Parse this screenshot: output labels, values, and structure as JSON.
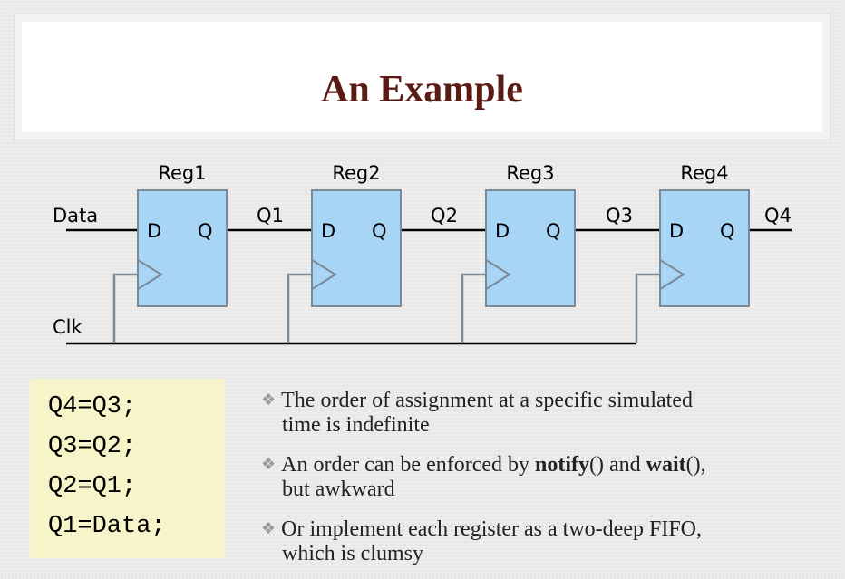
{
  "slide": {
    "title": "An Example"
  },
  "diagram": {
    "registers": [
      {
        "label": "Reg1",
        "d": "D",
        "q": "Q"
      },
      {
        "label": "Reg2",
        "d": "D",
        "q": "Q"
      },
      {
        "label": "Reg3",
        "d": "D",
        "q": "Q"
      },
      {
        "label": "Reg4",
        "d": "D",
        "q": "Q"
      }
    ],
    "signals": {
      "data": "Data",
      "q1": "Q1",
      "q2": "Q2",
      "q3": "Q3",
      "q4": "Q4",
      "clk": "Clk"
    },
    "colors": {
      "register_fill": "#a8d4f6",
      "register_stroke": "#7c8a96",
      "wire": "#000000",
      "clock_wire": "#7c8a96"
    }
  },
  "code": {
    "lines": [
      "Q4=Q3;",
      "Q3=Q2;",
      "Q2=Q1;",
      "Q1=Data;"
    ]
  },
  "bullets": [
    {
      "line1": "The order of assignment at a specific simulated",
      "line2": "time is indefinite"
    },
    {
      "line1_pre": "An order can be enforced by ",
      "notify": "notify",
      "paren1": "() and ",
      "wait": "wait",
      "paren2": "(),",
      "line2": "but awkward"
    },
    {
      "line1": "Or implement each register as a two-deep FIFO,",
      "line2": "which is clumsy"
    }
  ],
  "colors": {
    "title": "#5a1b14",
    "code_bg": "#f6f4c8",
    "bullet_marker": "#9a9a9a"
  }
}
